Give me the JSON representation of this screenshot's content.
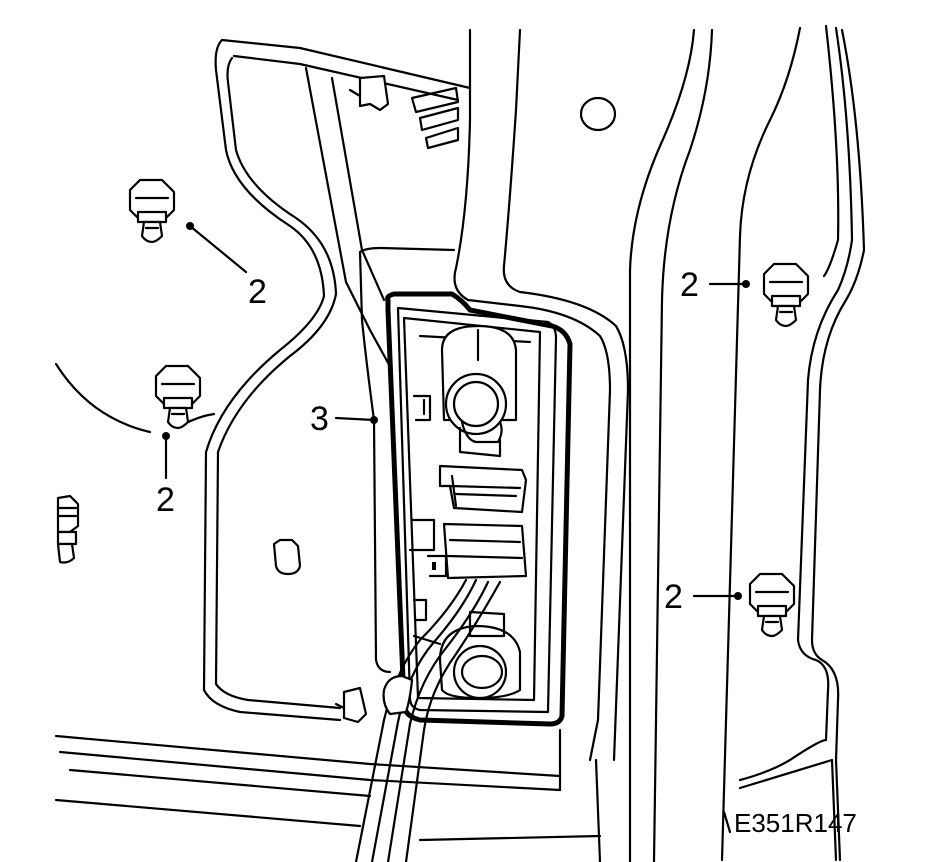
{
  "callouts": {
    "fastener_top_left": "2",
    "fastener_mid_left": "2",
    "fastener_upper_right": "2",
    "fastener_lower_right": "2",
    "lamp_holder": "3"
  },
  "figure_code": "E351R147"
}
